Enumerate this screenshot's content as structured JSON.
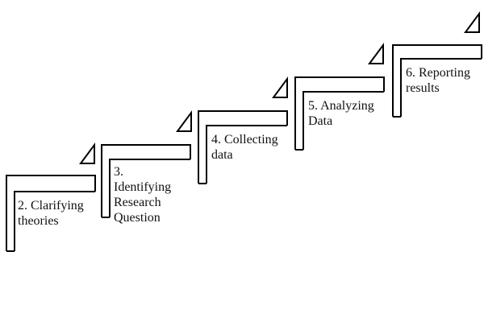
{
  "diagram": {
    "type": "staircase",
    "steps": [
      {
        "lines": [
          "2. Clarifying",
          "theories"
        ]
      },
      {
        "lines": [
          "3.",
          "Identifying",
          "Research",
          "Question"
        ]
      },
      {
        "lines": [
          "4. Collecting",
          "data"
        ]
      },
      {
        "lines": [
          "5. Analyzing",
          "Data"
        ]
      },
      {
        "lines": [
          "6. Reporting",
          "results"
        ]
      }
    ],
    "colors": {
      "stroke": "#000000",
      "background": "#ffffff"
    }
  }
}
